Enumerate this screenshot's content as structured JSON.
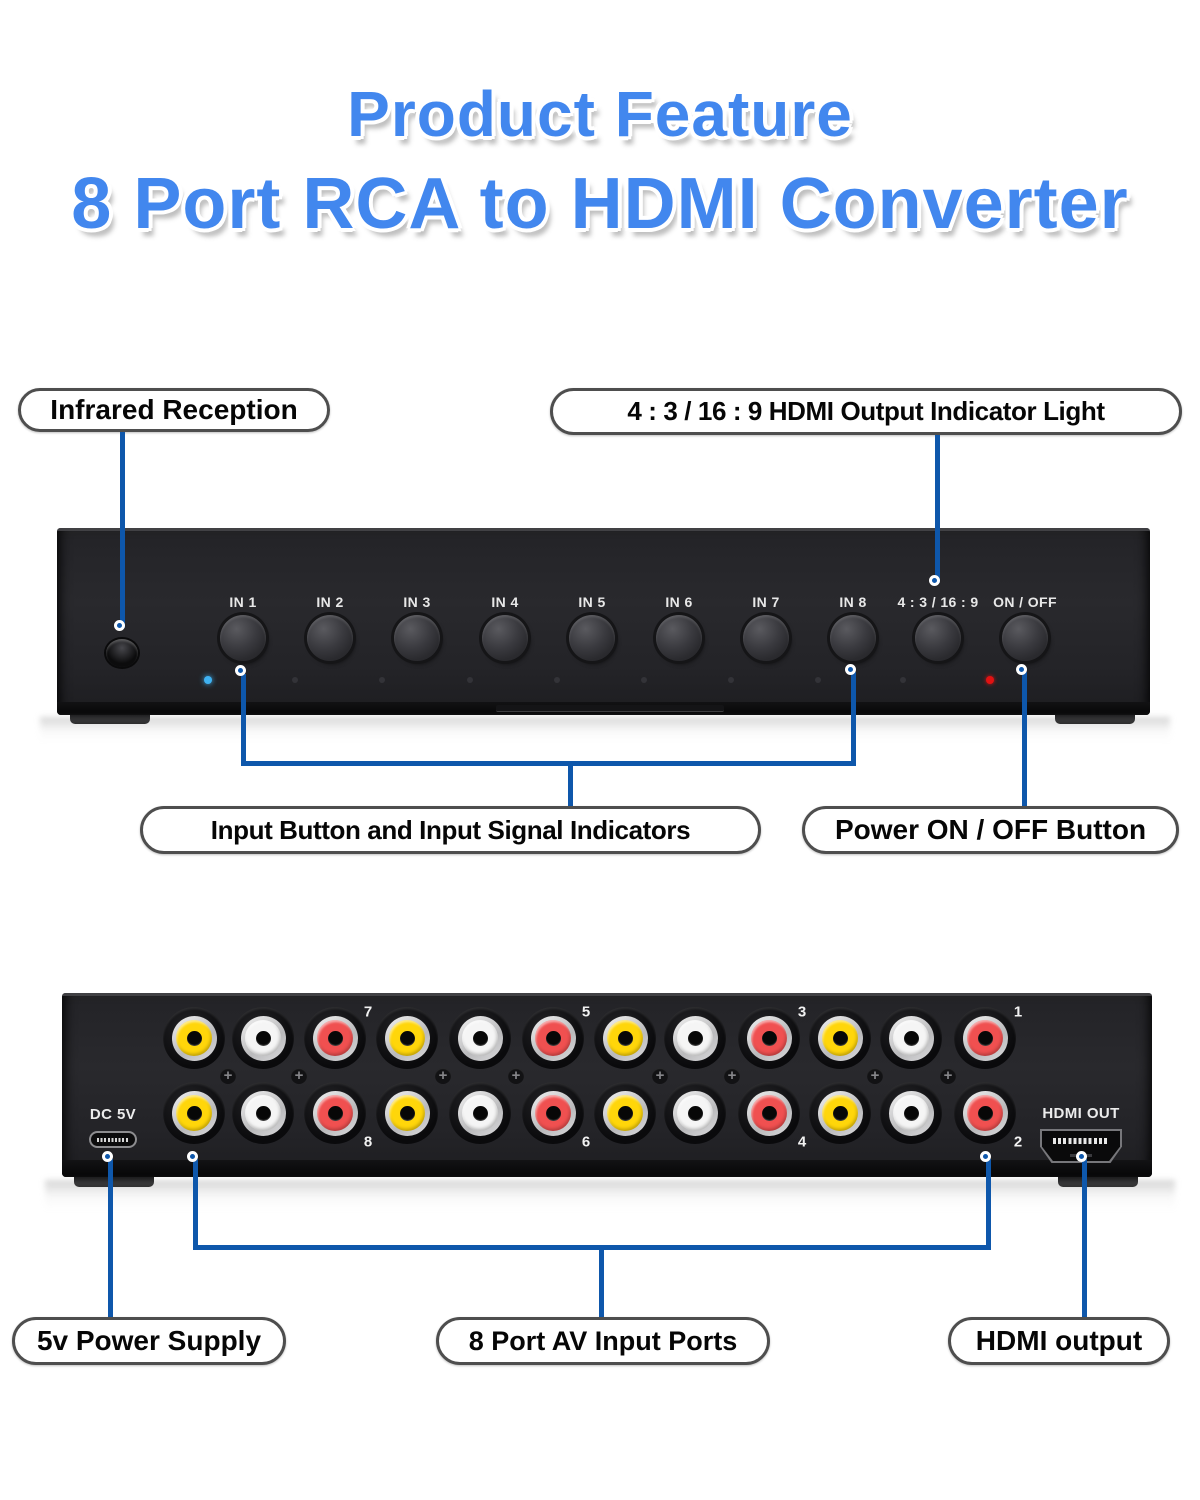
{
  "title": {
    "line1": "Product Feature",
    "line2": "8 Port RCA to HDMI Converter"
  },
  "front": {
    "callout_infrared": "Infrared Reception",
    "callout_indicator": "4 : 3 / 16 : 9 HDMI Output Indicator Light",
    "callout_inputs": "Input Button and Input Signal Indicators",
    "callout_power": "Power ON / OFF Button",
    "buttons": [
      "IN 1",
      "IN 2",
      "IN 3",
      "IN 4",
      "IN 5",
      "IN 6",
      "IN 7",
      "IN 8",
      "4 : 3 / 16 : 9",
      "ON / OFF"
    ]
  },
  "rear": {
    "callout_power_supply": "5v Power Supply",
    "callout_av": "8 Port AV Input Ports",
    "callout_hdmi": "HDMI output",
    "dc_label": "DC 5V",
    "hdmi_label": "HDMI OUT",
    "top_numbers": [
      "7",
      "5",
      "3",
      "1"
    ],
    "bottom_numbers": [
      "8",
      "6",
      "4",
      "2"
    ],
    "screw_symbol": "+"
  },
  "colors": {
    "title_blue": "#4287ee",
    "line_blue": "#0e57ab",
    "led_signal_blue": "#3fb2f2",
    "led_power_red": "#e11212",
    "led_idle_dark": "#333338",
    "rca_yellow": "#ffd60a",
    "rca_white": "#f5f5f5",
    "rca_red": "#f05050"
  }
}
